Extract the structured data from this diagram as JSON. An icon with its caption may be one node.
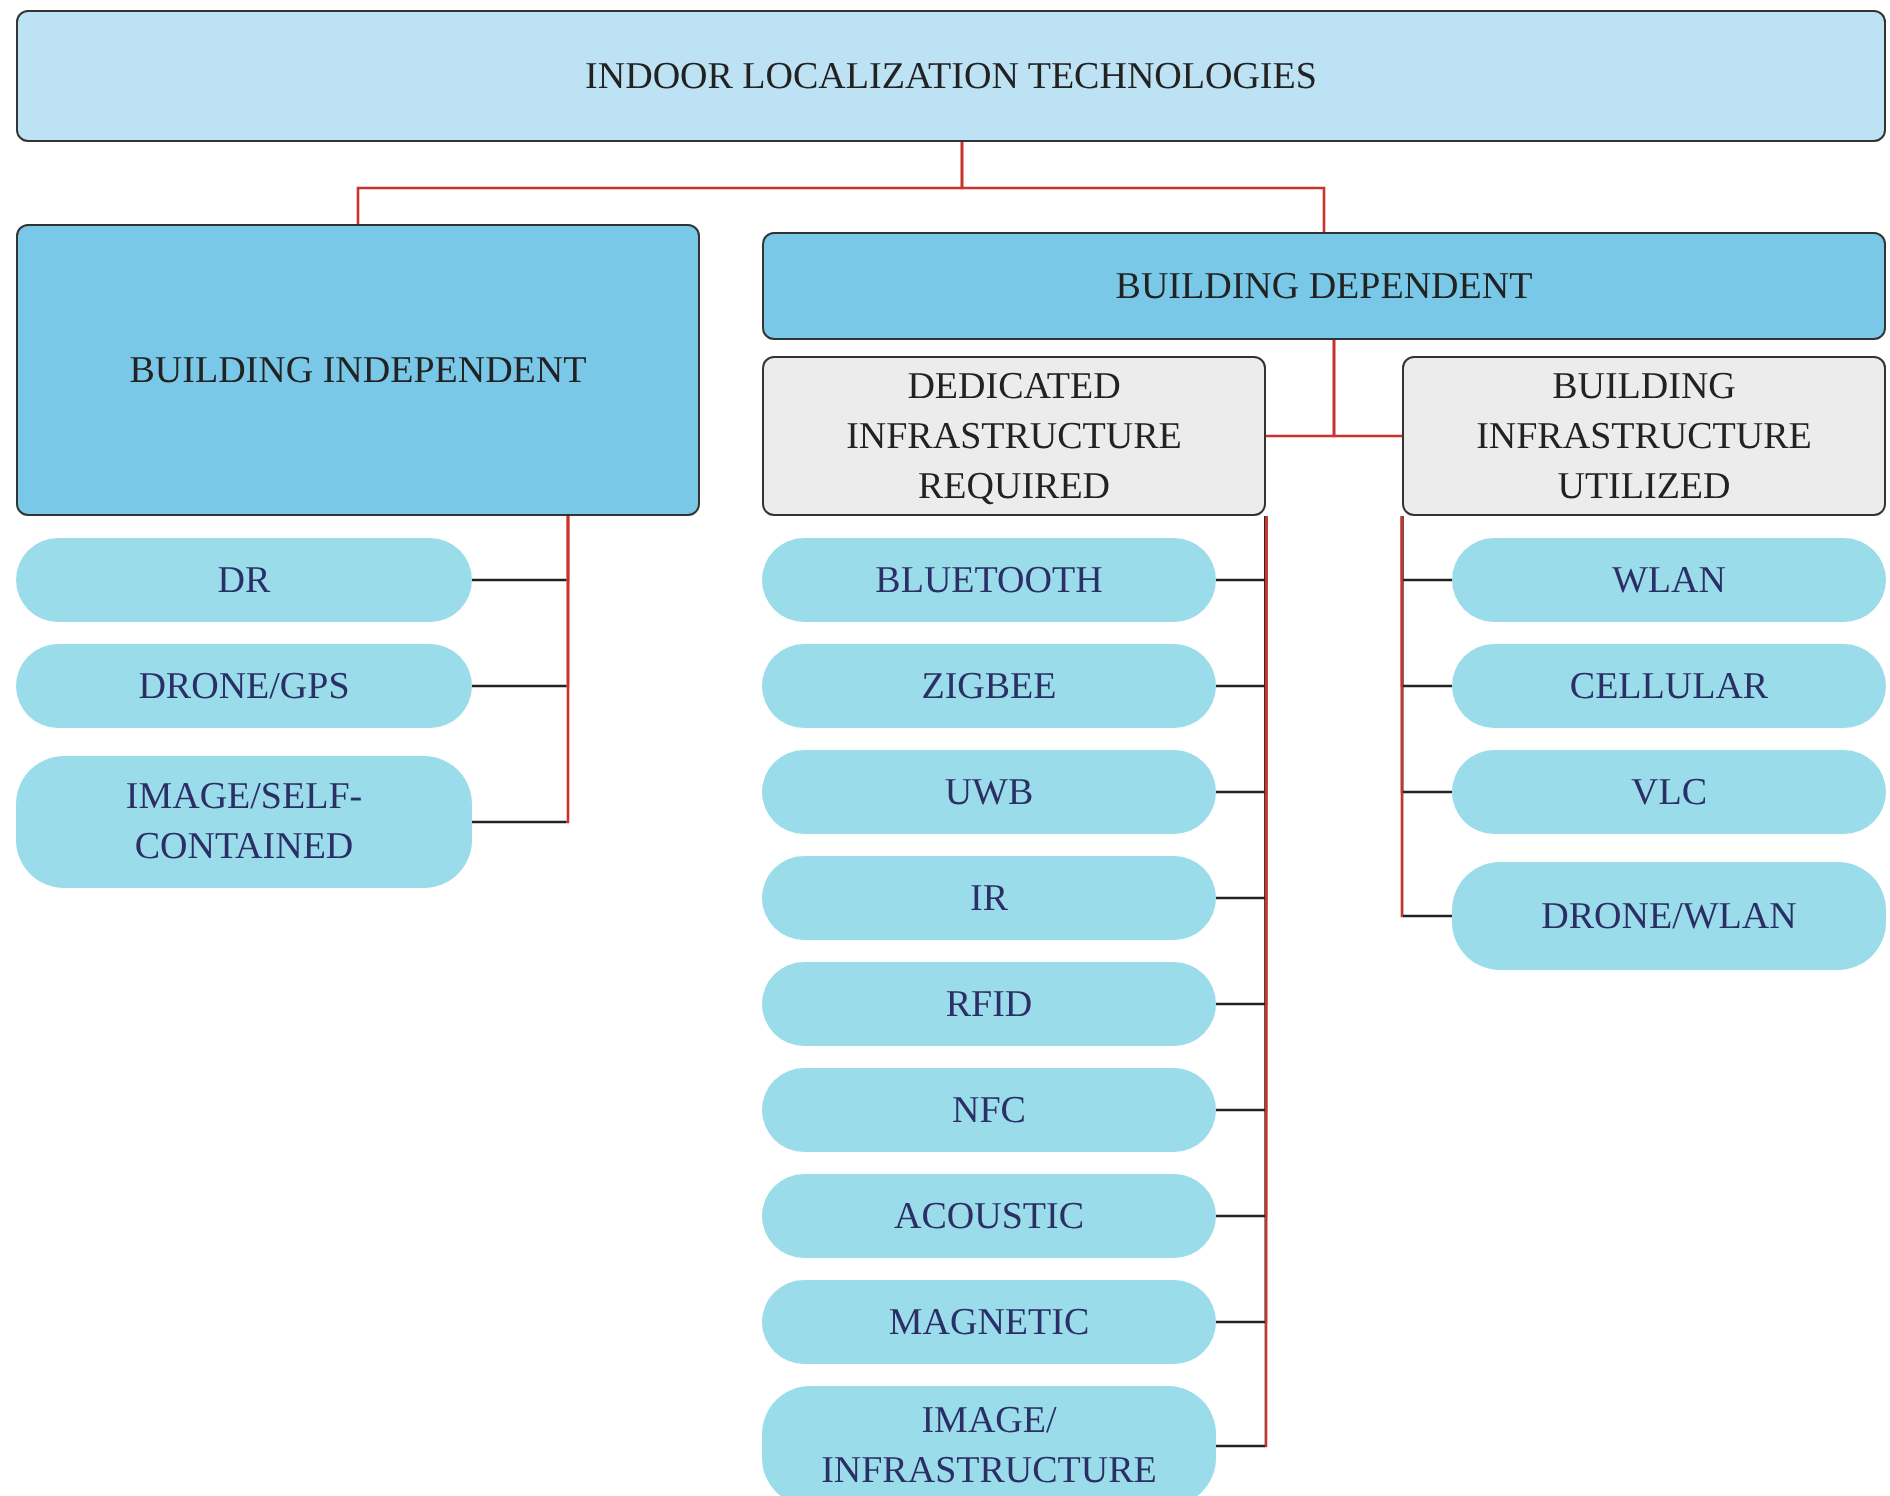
{
  "diagram": {
    "nodes": [
      {
        "text": [
          "INDOOR LOCALIZATION TECHNOLOGIES"
        ]
      },
      {
        "text": [
          "BUILDING INDEPENDENT"
        ]
      },
      {
        "text": [
          "BUILDING DEPENDENT"
        ]
      },
      {
        "text": [
          "DEDICATED INFRASTRUCTURE REQUIRED"
        ]
      },
      {
        "text": [
          "BUILDING INFRASTRUCTURE UTILIZED"
        ]
      },
      {
        "text": [
          "DR"
        ]
      },
      {
        "text": [
          "DRONE/GPS"
        ]
      },
      {
        "text": [
          "IMAGE/SELF-CONTAINED"
        ]
      },
      {
        "text": [
          "BLUETOOTH"
        ]
      },
      {
        "text": [
          "ZIGBEE"
        ]
      },
      {
        "text": [
          "UWB"
        ]
      },
      {
        "text": [
          "IR"
        ]
      },
      {
        "text": [
          "RFID"
        ]
      },
      {
        "text": [
          "NFC"
        ]
      },
      {
        "text": [
          "ACOUSTIC"
        ]
      },
      {
        "text": [
          "MAGNETIC"
        ]
      },
      {
        "text": [
          "IMAGE/ INFRASTRUCTURE"
        ]
      },
      {
        "text": [
          "WLAN"
        ]
      },
      {
        "text": [
          "CELLULAR"
        ]
      },
      {
        "text": [
          "VLC"
        ]
      },
      {
        "text": [
          "DRONE/WLAN"
        ]
      }
    ],
    "edges": [
      {
        "from": 0,
        "to": 1,
        "arrow": "none"
      },
      {
        "from": 0,
        "to": 2,
        "arrow": "none"
      },
      {
        "from": 2,
        "to": 3,
        "arrow": "none"
      },
      {
        "from": 2,
        "to": 4,
        "arrow": "none"
      },
      {
        "from": 1,
        "to": 5,
        "arrow": "none"
      },
      {
        "from": 1,
        "to": 6,
        "arrow": "none"
      },
      {
        "from": 1,
        "to": 7,
        "arrow": "none"
      },
      {
        "from": 3,
        "to": 8,
        "arrow": "none"
      },
      {
        "from": 3,
        "to": 9,
        "arrow": "none"
      },
      {
        "from": 3,
        "to": 10,
        "arrow": "none"
      },
      {
        "from": 3,
        "to": 11,
        "arrow": "none"
      },
      {
        "from": 3,
        "to": 12,
        "arrow": "none"
      },
      {
        "from": 3,
        "to": 13,
        "arrow": "none"
      },
      {
        "from": 3,
        "to": 14,
        "arrow": "none"
      },
      {
        "from": 3,
        "to": 15,
        "arrow": "none"
      },
      {
        "from": 3,
        "to": 16,
        "arrow": "none"
      },
      {
        "from": 4,
        "to": 17,
        "arrow": "none"
      },
      {
        "from": 4,
        "to": 18,
        "arrow": "none"
      },
      {
        "from": 4,
        "to": 19,
        "arrow": "none"
      },
      {
        "from": 4,
        "to": 20,
        "arrow": "none"
      }
    ]
  }
}
